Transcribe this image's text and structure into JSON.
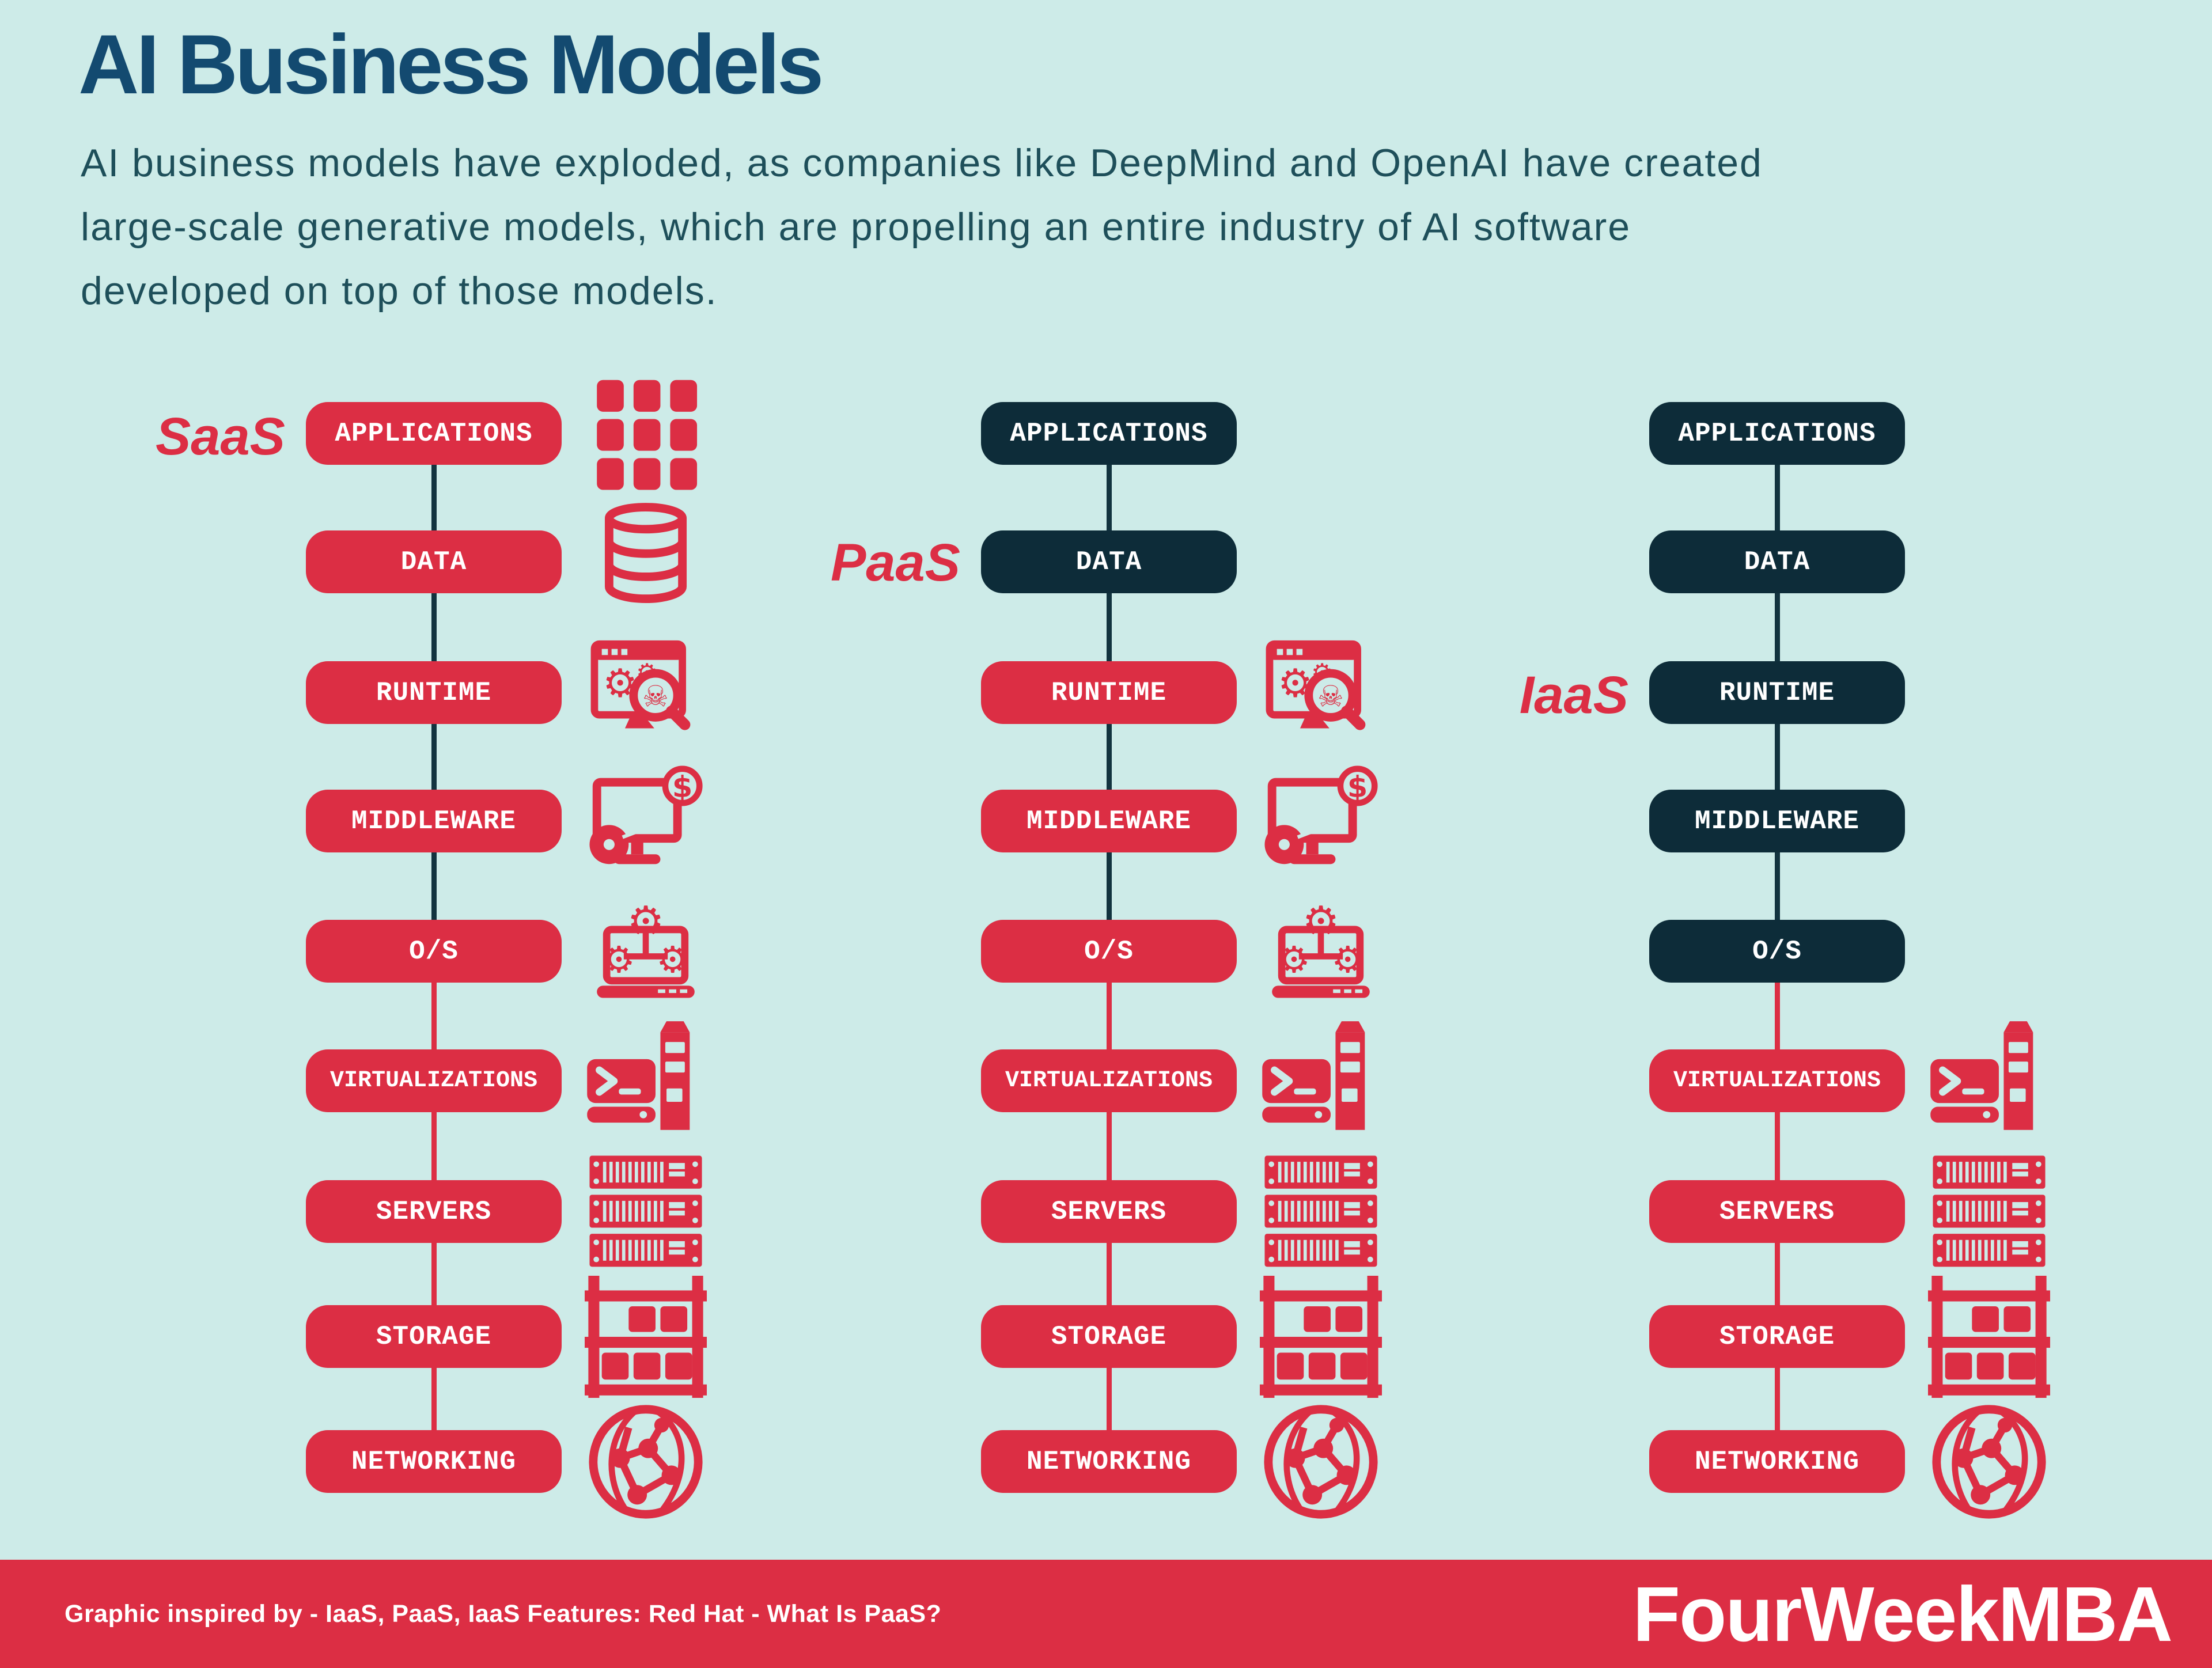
{
  "title": "AI Business Models",
  "subtitle_lines": [
    "AI business models have exploded, as companies like DeepMind and OpenAI have created",
    "large-scale generative models, which are propelling an entire industry of AI software",
    "developed on top of those models."
  ],
  "colors": {
    "background": "#cdebe8",
    "red": "#dc2e44",
    "dark_pill": "#0d2c39",
    "connector_dark": "#12333f",
    "title": "#134a70",
    "subtitle": "#1e4f5a",
    "text_on_pill": "#ffffff"
  },
  "stack_rows": [
    {
      "label": "APPLICATIONS",
      "icon": "apps-grid-icon"
    },
    {
      "label": "DATA",
      "icon": "database-icon"
    },
    {
      "label": "RUNTIME",
      "icon": "runtime-scan-icon"
    },
    {
      "label": "MIDDLEWARE",
      "icon": "monitor-dollar-icon"
    },
    {
      "label": "O/S",
      "icon": "laptop-gears-icon"
    },
    {
      "label": "VIRTUALIZATIONS",
      "icon": "terminal-tower-icon"
    },
    {
      "label": "SERVERS",
      "icon": "server-racks-icon"
    },
    {
      "label": "STORAGE",
      "icon": "storage-shelf-icon"
    },
    {
      "label": "NETWORKING",
      "icon": "network-globe-icon"
    }
  ],
  "columns": [
    {
      "id": "saas",
      "label": "SaaS",
      "label_row": 0,
      "dark_rows": 0,
      "icons_from_row": 0
    },
    {
      "id": "paas",
      "label": "PaaS",
      "label_row": 1,
      "dark_rows": 2,
      "icons_from_row": 2
    },
    {
      "id": "iaas",
      "label": "IaaS",
      "label_row": 2,
      "dark_rows": 5,
      "icons_from_row": 5
    }
  ],
  "footer": {
    "credit": "Graphic inspired by - IaaS, PaaS, IaaS Features: Red Hat - What Is PaaS?",
    "brand": "FourWeekMBA"
  }
}
